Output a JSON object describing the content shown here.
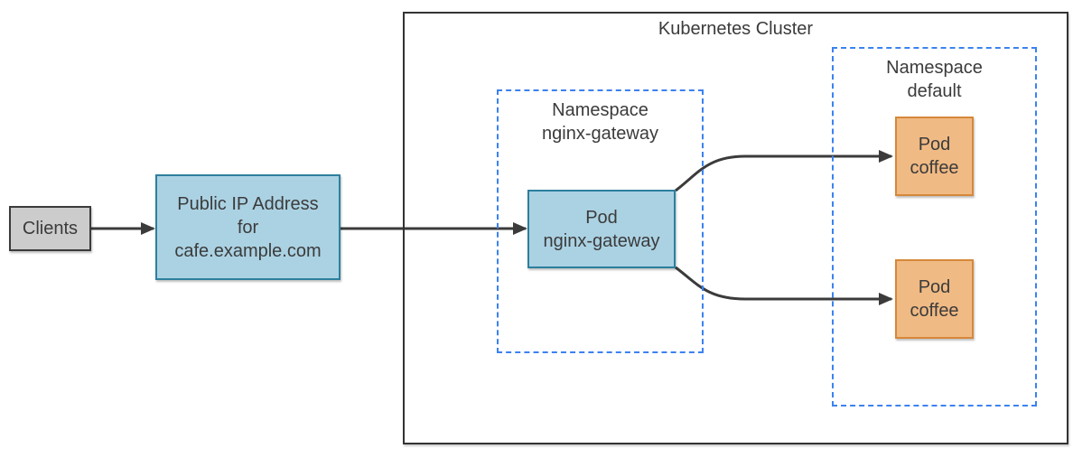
{
  "diagram": {
    "cluster_title": "Kubernetes Cluster",
    "nodes": {
      "clients": {
        "label": "Clients"
      },
      "public_ip": {
        "label": "Public IP Address\nfor\ncafe.example.com"
      },
      "ns_nginx_gateway": {
        "label": "Namespace\nnginx-gateway"
      },
      "pod_nginx_gateway": {
        "label": "Pod\nnginx-gateway"
      },
      "ns_default": {
        "label": "Namespace\ndefault"
      },
      "pod_coffee_1": {
        "label": "Pod\ncoffee"
      },
      "pod_coffee_2": {
        "label": "Pod\ncoffee"
      }
    },
    "edges": [
      {
        "from": "clients",
        "to": "public_ip"
      },
      {
        "from": "public_ip",
        "to": "pod_nginx_gateway"
      },
      {
        "from": "pod_nginx_gateway",
        "to": "pod_coffee_1"
      },
      {
        "from": "pod_nginx_gateway",
        "to": "pod_coffee_2"
      }
    ],
    "colors": {
      "blue_fill": "#abd2e3",
      "blue_border": "#2d7f9e",
      "orange_fill": "#f0ba84",
      "orange_border": "#d6883a",
      "gray_fill": "#cccccc",
      "dark_border": "#333333",
      "namespace_dashed_blue": "#3b82f0",
      "arrow": "#3b3b3b",
      "text": "#3b3b3b"
    }
  }
}
